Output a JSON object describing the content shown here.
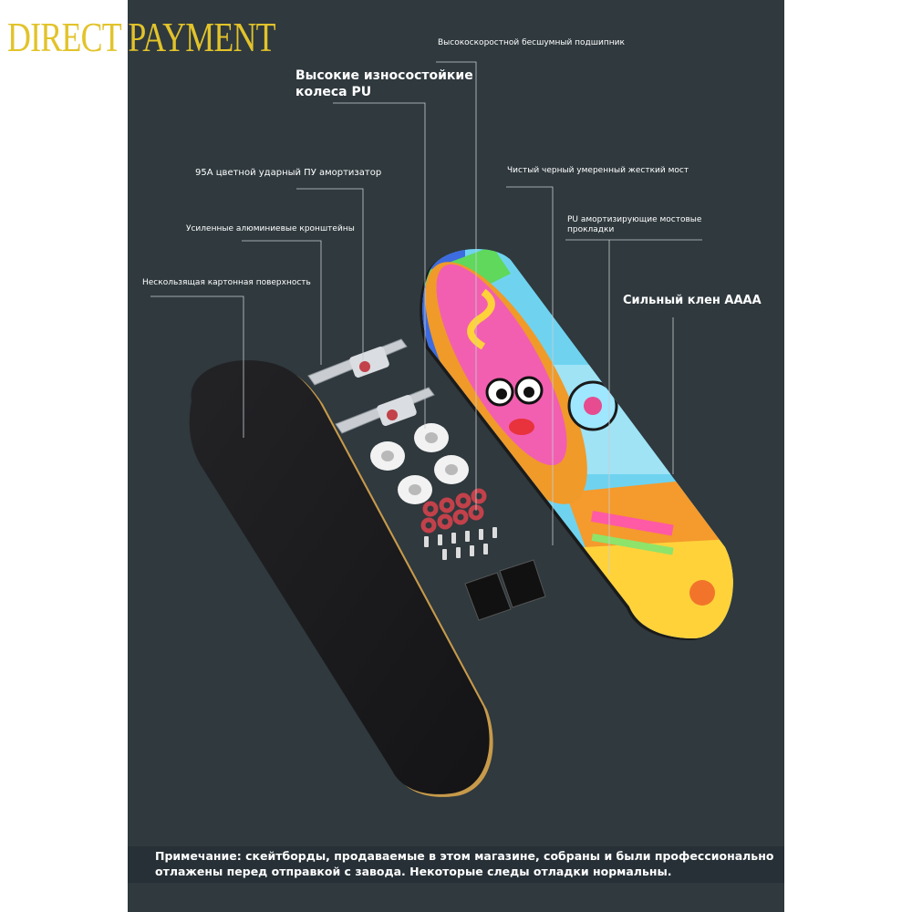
{
  "watermark": "DIRECT PAYMENT",
  "labels": {
    "bearing": "Высокоскоростной бесшумный подшипник",
    "wheels": "Высокие износостойкие колеса PU",
    "bushing": "95A цветной ударный ПУ амортизатор",
    "truck": "Чистый черный умеренный жесткий мост",
    "brackets": "Усиленные алюминиевые кронштейны",
    "riser": "PU амортизирующие мостовые прокладки",
    "griptape": "Нескользящая картонная поверхность",
    "maple": "Сильный клен AAAA"
  },
  "note": "Примечание: скейтборды, продаваемые в этом магазине, собраны и были профессионально отлажены перед отправкой с завода. Некоторые следы отладки нормальны.",
  "colors": {
    "background": "#2f393e",
    "griptape": "#1b1b1d",
    "deck_edge": "#c79a4a",
    "wheel": "#f2f2f2",
    "bearing": "#c2414a",
    "watermark": "#e2c32a"
  }
}
